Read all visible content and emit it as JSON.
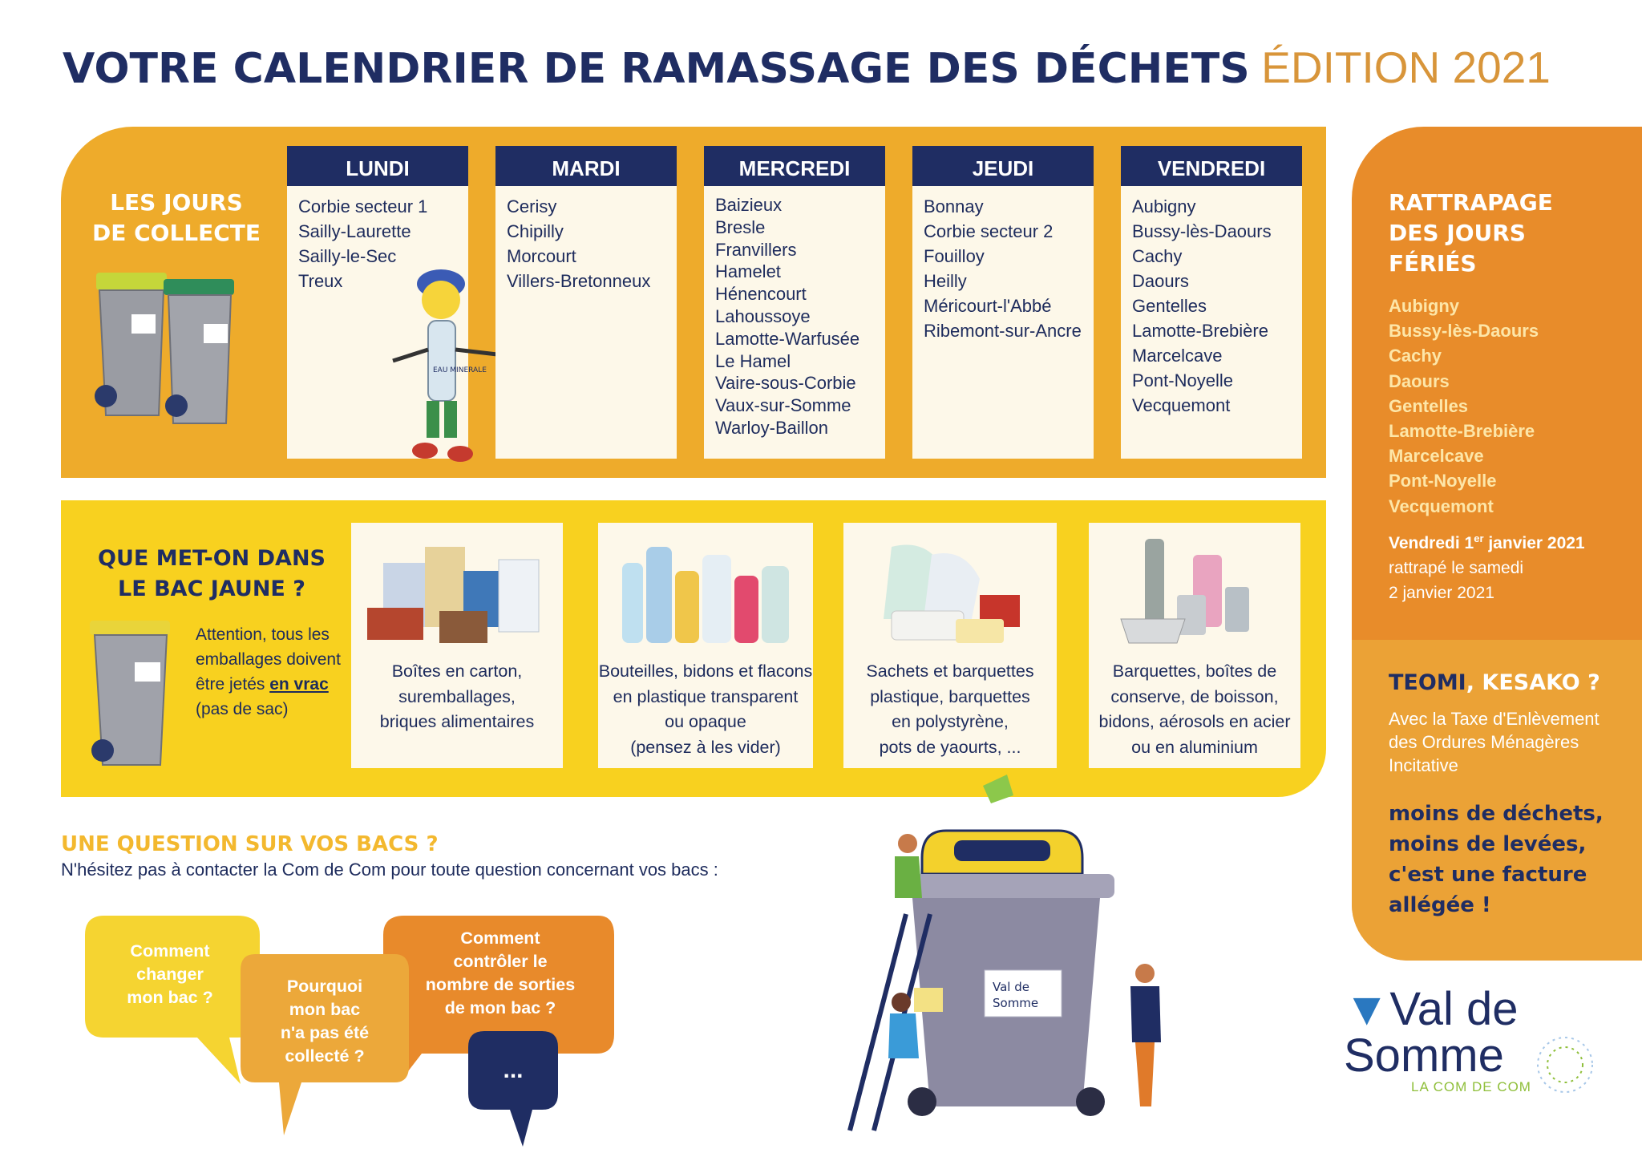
{
  "title": {
    "main": "VOTRE CALENDRIER DE RAMASSAGE DES DÉCHETS",
    "edition": "ÉDITION 2021"
  },
  "collection": {
    "title_line1": "LES JOURS",
    "title_line2": "DE COLLECTE",
    "days": [
      {
        "name": "LUNDI",
        "towns": [
          "Corbie secteur 1",
          "Sailly-Laurette",
          "Sailly-le-Sec",
          "Treux"
        ]
      },
      {
        "name": "MARDI",
        "towns": [
          "Cerisy",
          "Chipilly",
          "Morcourt",
          "Villers-Bretonneux"
        ]
      },
      {
        "name": "MERCREDI",
        "towns": [
          "Baizieux",
          "Bresle",
          "Franvillers",
          "Hamelet",
          "Hénencourt",
          "Lahoussoye",
          "Lamotte-Warfusée",
          "Le Hamel",
          "Vaire-sous-Corbie",
          "Vaux-sur-Somme",
          "Warloy-Baillon"
        ]
      },
      {
        "name": "JEUDI",
        "towns": [
          "Bonnay",
          "Corbie secteur 2",
          "Fouilloy",
          "Heilly",
          "Méricourt-l'Abbé",
          "Ribemont-sur-Ancre"
        ]
      },
      {
        "name": "VENDREDI",
        "towns": [
          "Aubigny",
          "Bussy-lès-Daours",
          "Cachy",
          "Daours",
          "Gentelles",
          "Lamotte-Brebière",
          "Marcelcave",
          "Pont-Noyelle",
          "Vecquemont"
        ]
      }
    ],
    "mascot_label": "EAU MINERALE"
  },
  "holidays": {
    "title_line1": "RATTRAPAGE",
    "title_line2": "DES JOURS",
    "title_line3": "FÉRIÉS",
    "towns": [
      "Aubigny",
      "Bussy-lès-Daours",
      "Cachy",
      "Daours",
      "Gentelles",
      "Lamotte-Brebière",
      "Marcelcave",
      "Pont-Noyelle",
      "Vecquemont"
    ],
    "note_bold": "Vendredi 1",
    "note_sup": "er",
    "note_bold_end": " janvier 2021",
    "note_line2": "rattrapé le samedi",
    "note_line3": "2 janvier 2021"
  },
  "teomi": {
    "title_dark": "TEOMI",
    "title_light": ", KESAKO ?",
    "text": "Avec la Taxe d'Enlèvement des Ordures Ménagères Incitative",
    "bold_line1": "moins de déchets,",
    "bold_line2": "moins de levées,",
    "bold_line3": "c'est une facture",
    "bold_line4": "allégée !"
  },
  "yellow_bin": {
    "title_line1": "QUE MET-ON DANS",
    "title_line2": "LE BAC JAUNE ?",
    "note_prefix": "Attention, tous les emballages doivent être jetés ",
    "note_emph": "en vrac",
    "note_suffix": " (pas de sac)",
    "items": [
      {
        "lines": [
          "Boîtes en carton,",
          "suremballages,",
          "briques alimentaires"
        ]
      },
      {
        "lines": [
          "Bouteilles, bidons et flacons",
          "en plastique transparent",
          "ou opaque",
          "(pensez à les vider)"
        ]
      },
      {
        "lines": [
          "Sachets et barquettes",
          "plastique, barquettes",
          "en polystyrène,",
          "pots de yaourts, ..."
        ]
      },
      {
        "lines": [
          "Barquettes, boîtes de",
          "conserve, de boisson,",
          "bidons, aérosols en acier",
          "ou en aluminium"
        ]
      }
    ]
  },
  "questions": {
    "title": "UNE QUESTION SUR VOS BACS ?",
    "subtitle": "N'hésitez pas à contacter la Com de Com pour toute question concernant vos bacs :",
    "bubbles": [
      {
        "lines": [
          "Comment",
          "changer",
          "mon bac ?"
        ]
      },
      {
        "lines": [
          "Pourquoi",
          "mon bac",
          "n'a pas été",
          "collecté ?"
        ]
      },
      {
        "lines": [
          "Comment",
          "contrôler le",
          "nombre de sorties",
          "de mon bac ?"
        ]
      },
      {
        "lines": [
          "..."
        ]
      }
    ]
  },
  "bin_label": {
    "line1": "Val de",
    "line2": "Somme"
  },
  "logo": {
    "line1": "Val de",
    "line2": "Somme",
    "sub": "LA COM DE COM"
  },
  "colors": {
    "navy": "#1f2d63",
    "orange": "#eeab2b",
    "dark_orange": "#e88c2a",
    "yellow": "#f8d11f",
    "edition": "#d8953a"
  }
}
